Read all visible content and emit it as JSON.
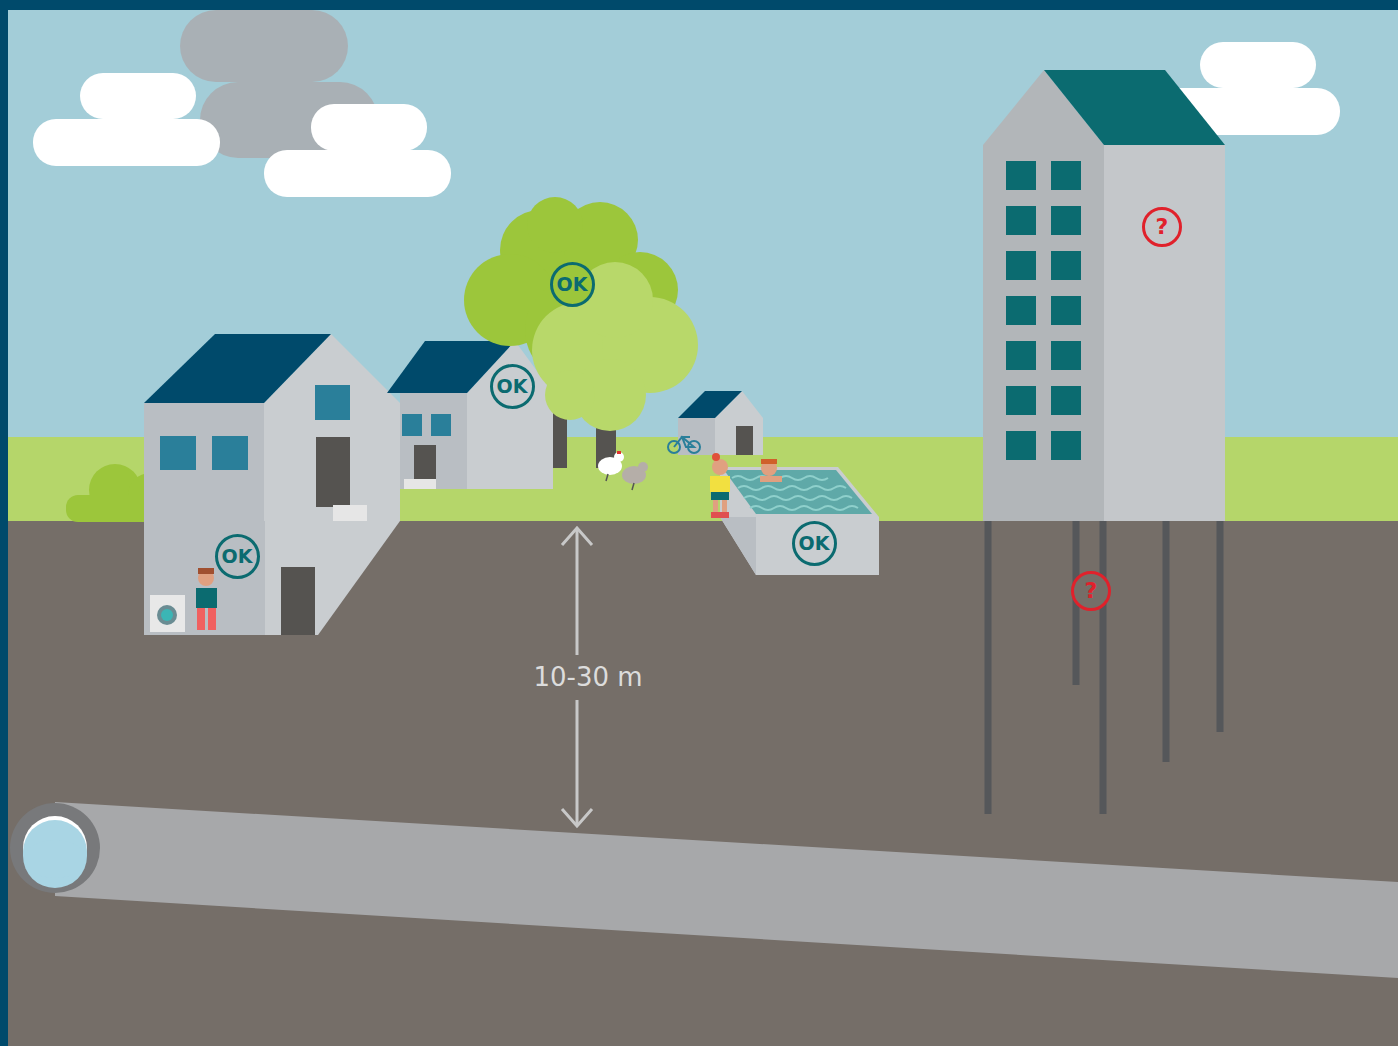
{
  "diagram": {
    "nodes": [
      {
        "text": [
          "OK"
        ]
      },
      {
        "text": [
          "OK"
        ]
      },
      {
        "text": [
          "OK"
        ]
      },
      {
        "text": [
          "OK"
        ]
      },
      {
        "text": [
          "?"
        ]
      },
      {
        "text": [
          "?"
        ]
      }
    ],
    "labels": [
      "10-30 m"
    ]
  }
}
